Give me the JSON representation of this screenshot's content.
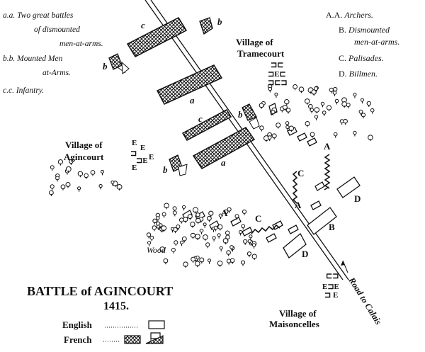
{
  "title": "BATTLE of AGINCOURT",
  "year": "1415.",
  "legend_left": [
    {
      "key": "a.a.",
      "lines": [
        "Two great battles",
        "of dismounted",
        "men-at-arms."
      ]
    },
    {
      "key": "b.b.",
      "lines": [
        "Mounted Men",
        "at-Arms."
      ]
    },
    {
      "key": "c.c.",
      "lines": [
        "Infantry."
      ]
    }
  ],
  "legend_right": [
    {
      "key": "A.A.",
      "label": "Archers."
    },
    {
      "key": "B.",
      "lines": [
        "Dismounted",
        "men-at-arms."
      ]
    },
    {
      "key": "C.",
      "label": "Palisades."
    },
    {
      "key": "D.",
      "label": "Billmen."
    }
  ],
  "places": {
    "tramecourt": [
      "Village of",
      "Tramecourt"
    ],
    "agincourt": [
      "Village of",
      "Agincourt"
    ],
    "maisoncelles": [
      "Village of",
      "Maisoncelles"
    ],
    "wood": "Wood",
    "road": "Road to Calais"
  },
  "unit_letters": {
    "a": "a",
    "b": "b",
    "c": "c",
    "A": "A",
    "B": "B",
    "C": "C",
    "D": "D"
  },
  "key": {
    "english": "English",
    "french": "French"
  },
  "colors": {
    "ink": "#111111",
    "paper": "#ffffff"
  }
}
